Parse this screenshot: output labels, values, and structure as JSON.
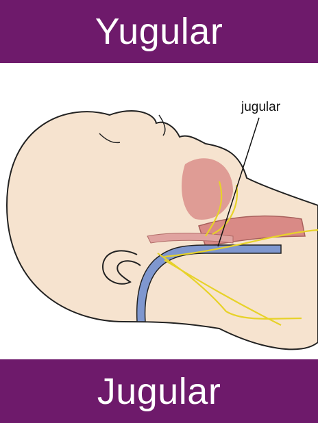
{
  "top_banner": {
    "title": "Yugular"
  },
  "bottom_banner": {
    "title": "Jugular"
  },
  "illustration": {
    "label": "jugular"
  },
  "colors": {
    "banner": "#6e1a6b",
    "skin": "#f6e3cf",
    "outline": "#222222",
    "vein": "#7f97cf",
    "muscle": "#d98a86",
    "nerve": "#e7d229"
  }
}
